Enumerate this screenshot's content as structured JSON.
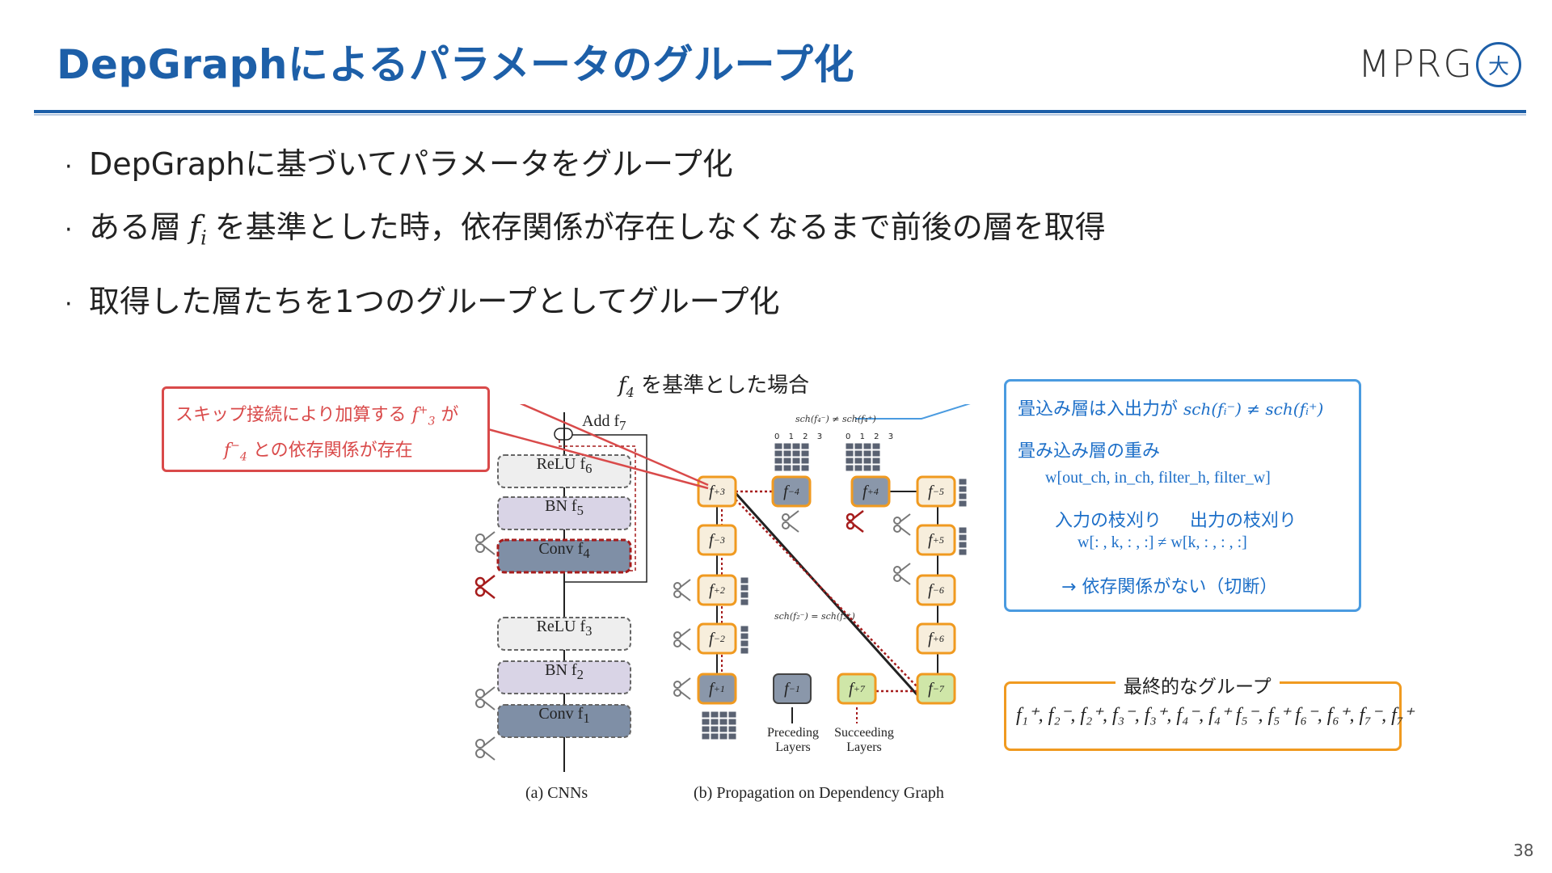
{
  "title": "DepGraphによるパラメータのグループ化",
  "logo": {
    "text": "MPRG",
    "seal_glyph": "大"
  },
  "page_number": "38",
  "bullets": [
    {
      "text_before": "DepGraphに基づいてパラメータをグループ化",
      "math": "",
      "text_after": ""
    },
    {
      "text_before": "ある層",
      "math": "f",
      "math_sub": "i",
      "text_after": "を基準とした時，依存関係が存在しなくなるまで前後の層を取得"
    },
    {
      "text_before": "取得した層たちを1つのグループとしてグループ化",
      "math": "",
      "text_after": ""
    }
  ],
  "figure": {
    "heading_math": "f",
    "heading_sub": "4",
    "heading_text": "を基準とした場合",
    "caption_a": "(a) CNNs",
    "caption_b": "(b) Propagation on Dependency Graph",
    "add_label": "Add f",
    "add_sub": "7",
    "cnn_layers": [
      {
        "label": "ReLU f",
        "sub": "6",
        "fill": "#eeeeee"
      },
      {
        "label": "BN f",
        "sub": "5",
        "fill": "#d9d4e6"
      },
      {
        "label": "Conv f",
        "sub": "4",
        "fill": "#7f8fa6"
      },
      {
        "label": "ReLU f",
        "sub": "3",
        "fill": "#eeeeee"
      },
      {
        "label": "BN f",
        "sub": "2",
        "fill": "#d9d4e6"
      },
      {
        "label": "Conv f",
        "sub": "1",
        "fill": "#7f8fa6"
      }
    ],
    "nodes_left": [
      {
        "name": "f",
        "sup": "+",
        "sub": "3"
      },
      {
        "name": "f",
        "sup": "−",
        "sub": "3"
      },
      {
        "name": "f",
        "sup": "+",
        "sub": "2"
      },
      {
        "name": "f",
        "sup": "−",
        "sub": "2"
      },
      {
        "name": "f",
        "sup": "+",
        "sub": "1"
      }
    ],
    "nodes_top": [
      {
        "name": "f",
        "sup": "−",
        "sub": "4"
      },
      {
        "name": "f",
        "sup": "+",
        "sub": "4"
      }
    ],
    "nodes_right": [
      {
        "name": "f",
        "sup": "−",
        "sub": "5"
      },
      {
        "name": "f",
        "sup": "+",
        "sub": "5"
      },
      {
        "name": "f",
        "sup": "−",
        "sub": "6"
      },
      {
        "name": "f",
        "sup": "+",
        "sub": "6"
      },
      {
        "name": "f",
        "sup": "−",
        "sub": "7"
      }
    ],
    "nodes_bottom": [
      {
        "name": "f",
        "sup": "−",
        "sub": "1"
      },
      {
        "name": "f",
        "sup": "+",
        "sub": "7"
      }
    ],
    "sch_top": "sch(f₄⁻) ≠ sch(f₄⁺)",
    "sch_mid": "sch(f₂⁻) = sch(f₂⁺)",
    "preceding_label_1": "Preceding",
    "preceding_label_2": "Layers",
    "succeeding_label_1": "Succeeding",
    "succeeding_label_2": "Layers",
    "matrix_indices": [
      "0",
      "1",
      "2",
      "3"
    ]
  },
  "callout_red": {
    "line1_text": "スキップ接続により加算する",
    "line1_math": "f",
    "line1_sub": "3",
    "line1_sup": "+",
    "line1_tail": "が",
    "line2_math": "f",
    "line2_sub": "4",
    "line2_sup": "−",
    "line2_text": "との依存関係が存在"
  },
  "callout_blue": {
    "line1_text": "畳込み層は入出力が",
    "line1_math": "sch(fᵢ⁻) ≠ sch(fᵢ⁺)",
    "line2_text": "畳み込み層の重み",
    "line3_math": "w[out_ch, in_ch, filter_h, filter_w]",
    "line4_left": "入力の枝刈り",
    "line4_right": "出力の枝刈り",
    "line5_math": "w[: , k, : , :] ≠ w[k, : , : , :]",
    "line6_text": "→ 依存関係がない（切断）"
  },
  "group": {
    "label": "最終的なグループ",
    "formula": "f₁⁺, f₂⁻, f₂⁺, f₃⁻, f₃⁺, f₄⁻, f₄⁺ f₅⁻, f₅⁺ f₆⁻, f₆⁺, f₇⁻, f₇⁺"
  },
  "colors": {
    "title_blue": "#1d5fa8",
    "node_orange": "#f09a20",
    "node_light": "#f7eedc",
    "node_grey": "#8a97aa",
    "node_green": "#cfe6a8",
    "red": "#d94a4a",
    "blue": "#4a9be0",
    "dark_red": "#a61c1c"
  },
  "icons": [
    "scissors-icon"
  ]
}
